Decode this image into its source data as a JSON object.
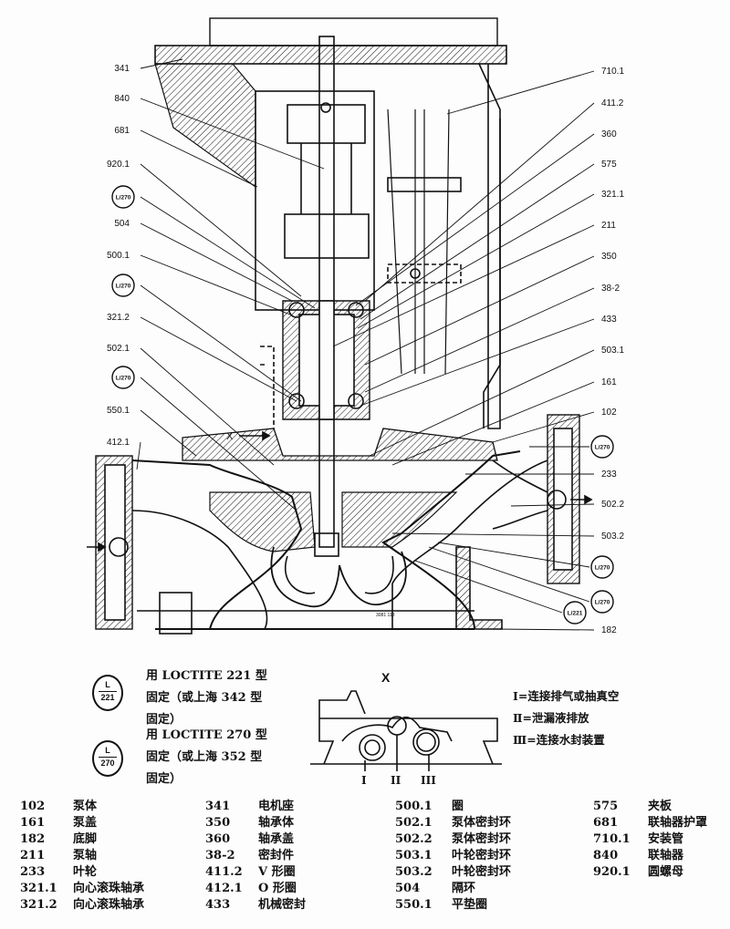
{
  "callouts_left": [
    "341",
    "840",
    "681",
    "920.1",
    "L/270",
    "504",
    "500.1",
    "L/270",
    "321.2",
    "502.1",
    "L/270",
    "550.1",
    "412.1"
  ],
  "callouts_right": [
    "710.1",
    "411.2",
    "360",
    "575",
    "321.1",
    "211",
    "350",
    "38-2",
    "433",
    "503.1",
    "161",
    "102",
    "L/270",
    "233",
    "502.2",
    "503.2",
    "L/270",
    "L/270",
    "L/221",
    "182"
  ],
  "view_marker": "X",
  "drawing_number": "3081 113",
  "loctite": [
    {
      "symbol_top": "L",
      "symbol_bottom": "221",
      "line1": "用 LOCTITE 221 型",
      "line2": "固定（或上海 342 型",
      "line3": "固定）"
    },
    {
      "symbol_top": "L",
      "symbol_bottom": "270",
      "line1": "用 LOCTITE 270 型",
      "line2": "固定（或上海 352 型",
      "line3": "固定）"
    }
  ],
  "detail_view": {
    "title": "X",
    "ports": [
      "I",
      "II",
      "III"
    ]
  },
  "port_legend": [
    "Ⅰ=连接排气或抽真空",
    "Ⅱ=泄漏液排放",
    "Ⅲ=连接水封装置"
  ],
  "parts": [
    [
      [
        "102",
        "泵体"
      ],
      [
        "161",
        "泵盖"
      ],
      [
        "182",
        "底脚"
      ],
      [
        "211",
        "泵轴"
      ],
      [
        "233",
        "叶轮"
      ],
      [
        "321.1",
        "向心滚珠轴承"
      ],
      [
        "321.2",
        "向心滚珠轴承"
      ]
    ],
    [
      [
        "341",
        "电机座"
      ],
      [
        "350",
        "轴承体"
      ],
      [
        "360",
        "轴承盖"
      ],
      [
        "38-2",
        "密封件"
      ],
      [
        "411.2",
        "V 形圈"
      ],
      [
        "412.1",
        "O 形圈"
      ],
      [
        "433",
        "机械密封"
      ]
    ],
    [
      [
        "500.1",
        "圈"
      ],
      [
        "502.1",
        "泵体密封环"
      ],
      [
        "502.2",
        "泵体密封环"
      ],
      [
        "503.1",
        "叶轮密封环"
      ],
      [
        "503.2",
        "叶轮密封环"
      ],
      [
        "504",
        "隔环"
      ],
      [
        "550.1",
        "平垫圈"
      ]
    ],
    [
      [
        "575",
        "夹板"
      ],
      [
        "681",
        "联轴器护罩"
      ],
      [
        "710.1",
        "安装管"
      ],
      [
        "840",
        "联轴器"
      ],
      [
        "920.1",
        "圆螺母"
      ]
    ]
  ]
}
